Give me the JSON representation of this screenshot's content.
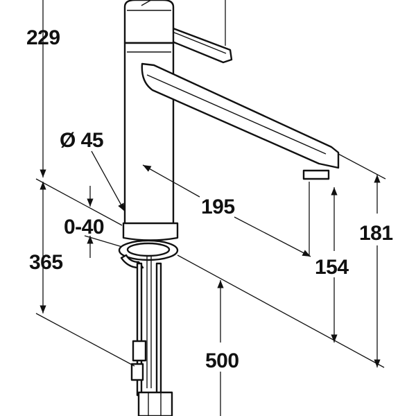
{
  "dimensions": {
    "height_total": "229",
    "diameter": "Ø 45",
    "deck_thickness": "0-40",
    "body_height": "365",
    "spout_reach": "195",
    "spout_clearance": "154",
    "spout_outlet_height": "181",
    "hose_length": "500"
  },
  "colors": {
    "line": "#111111",
    "background": "#ffffff"
  }
}
